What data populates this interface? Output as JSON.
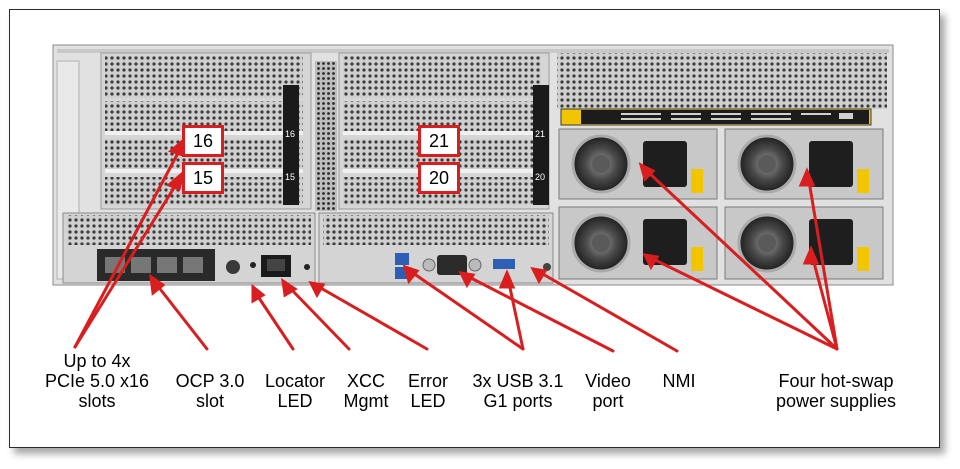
{
  "callouts": [
    {
      "id": "pcie",
      "lines": [
        "Up to 4x",
        "PCIe 5.0 x16",
        "slots"
      ]
    },
    {
      "id": "ocp",
      "lines": [
        "OCP 3.0",
        "slot"
      ]
    },
    {
      "id": "locator",
      "lines": [
        "Locator",
        "LED"
      ]
    },
    {
      "id": "xcc",
      "lines": [
        "XCC",
        "Mgmt"
      ]
    },
    {
      "id": "error",
      "lines": [
        "Error",
        "LED"
      ]
    },
    {
      "id": "usb",
      "lines": [
        "3x USB 3.1",
        "G1 ports"
      ]
    },
    {
      "id": "video",
      "lines": [
        "Video",
        "port"
      ]
    },
    {
      "id": "nmi",
      "lines": [
        "NMI"
      ]
    },
    {
      "id": "psu",
      "lines": [
        "Four hot-swap",
        "power supplies"
      ]
    }
  ],
  "slot_numbers": [
    "16",
    "15",
    "21",
    "20"
  ],
  "slot_side_labels": [
    "16",
    "15",
    "21",
    "20"
  ],
  "colors": {
    "callout_red": "#d81e1e",
    "chassis": "#d9d9d9",
    "psu_yellow": "#f2c500"
  }
}
